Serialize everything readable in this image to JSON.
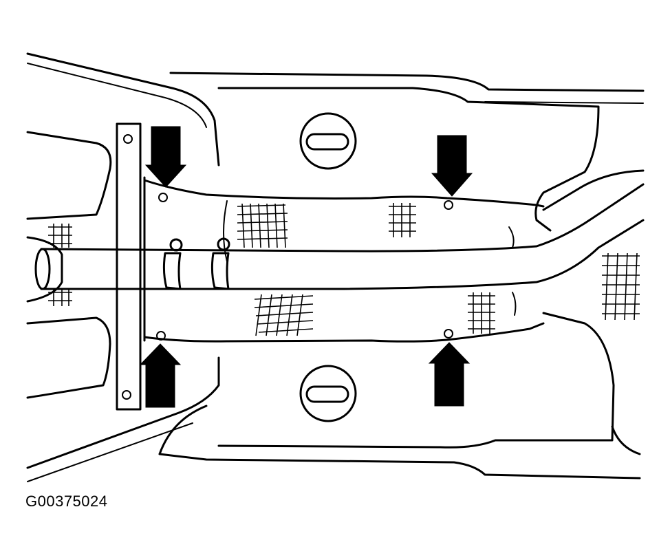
{
  "figure": {
    "id_label": "G00375024"
  },
  "callouts": [
    {
      "icon": "arrow-down-icon",
      "direction": "down"
    },
    {
      "icon": "arrow-down-icon",
      "direction": "down"
    },
    {
      "icon": "arrow-up-icon",
      "direction": "up"
    },
    {
      "icon": "arrow-up-icon",
      "direction": "up"
    }
  ]
}
